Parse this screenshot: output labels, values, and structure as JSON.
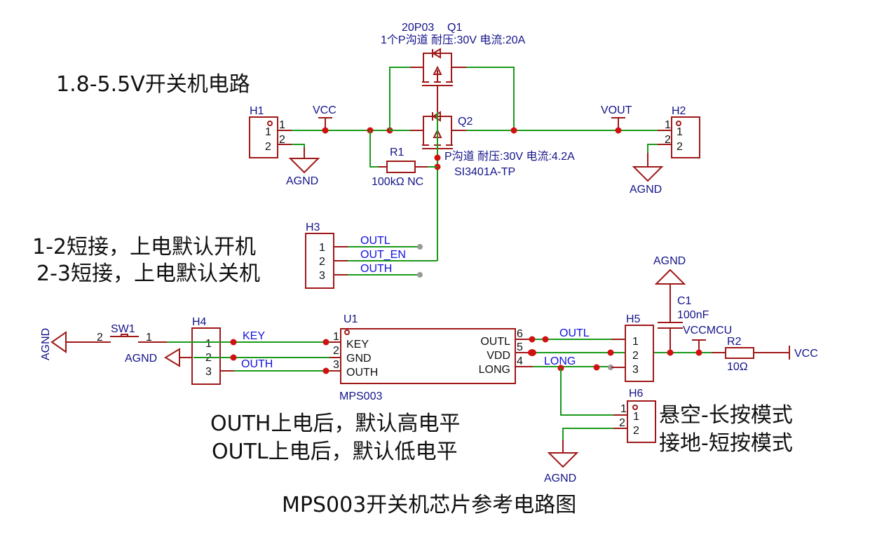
{
  "title": "MPS003开关机芯片参考电路图",
  "notes": {
    "voltage_range": "1.8-5.5V开关机电路",
    "h3_mode_1": "1-2短接，上电默认开机",
    "h3_mode_2": "2-3短接，上电默认关机",
    "outh_note": "OUTH上电后，默认高电平",
    "outl_note": "OUTL上电后，默认低电平",
    "h6_mode_1": "悬空-长按模式",
    "h6_mode_2": "接地-短按模式"
  },
  "components": {
    "q1": {
      "ref": "Q1",
      "part": "20P03",
      "desc": "1个P沟道 耐压:30V 电流:20A"
    },
    "q2": {
      "ref": "Q2",
      "desc": "P沟道 耐压:30V 电流:4.2A",
      "part": "SI3401A-TP"
    },
    "r1": {
      "ref": "R1",
      "value": "100kΩ NC"
    },
    "r2": {
      "ref": "R2",
      "value": "10Ω"
    },
    "c1": {
      "ref": "C1",
      "value": "100nF"
    },
    "u1": {
      "ref": "U1",
      "part": "MPS003",
      "pins_left": [
        {
          "num": "1",
          "name": "KEY"
        },
        {
          "num": "2",
          "name": "GND"
        },
        {
          "num": "3",
          "name": "OUTH"
        }
      ],
      "pins_right": [
        {
          "num": "6",
          "name": "OUTL"
        },
        {
          "num": "5",
          "name": "VDD"
        },
        {
          "num": "4",
          "name": "LONG"
        }
      ]
    },
    "sw1": {
      "ref": "SW1",
      "pin_a": "2",
      "pin_b": "1"
    },
    "h1": {
      "ref": "H1",
      "pins": [
        "1",
        "2"
      ]
    },
    "h2": {
      "ref": "H2",
      "pins": [
        "1",
        "2"
      ]
    },
    "h3": {
      "ref": "H3",
      "pins": [
        "1",
        "2",
        "3"
      ]
    },
    "h4": {
      "ref": "H4",
      "pins": [
        "1",
        "2",
        "3"
      ]
    },
    "h5": {
      "ref": "H5",
      "pins": [
        "1",
        "2",
        "3"
      ]
    },
    "h6": {
      "ref": "H6",
      "pins": [
        "1",
        "2"
      ]
    }
  },
  "nets": {
    "vcc": "VCC",
    "vout": "VOUT",
    "agnd": "AGND",
    "vccmcu": "VCCMCU",
    "outl": "OUTL",
    "out_en": "OUT_EN",
    "outh": "OUTH",
    "key": "KEY",
    "long": "LONG"
  },
  "colors": {
    "wire": "#1a9a1a",
    "symbol": "#a01818",
    "junction": "#d11010",
    "label": "#13138a",
    "net_label": "#1010e0"
  }
}
